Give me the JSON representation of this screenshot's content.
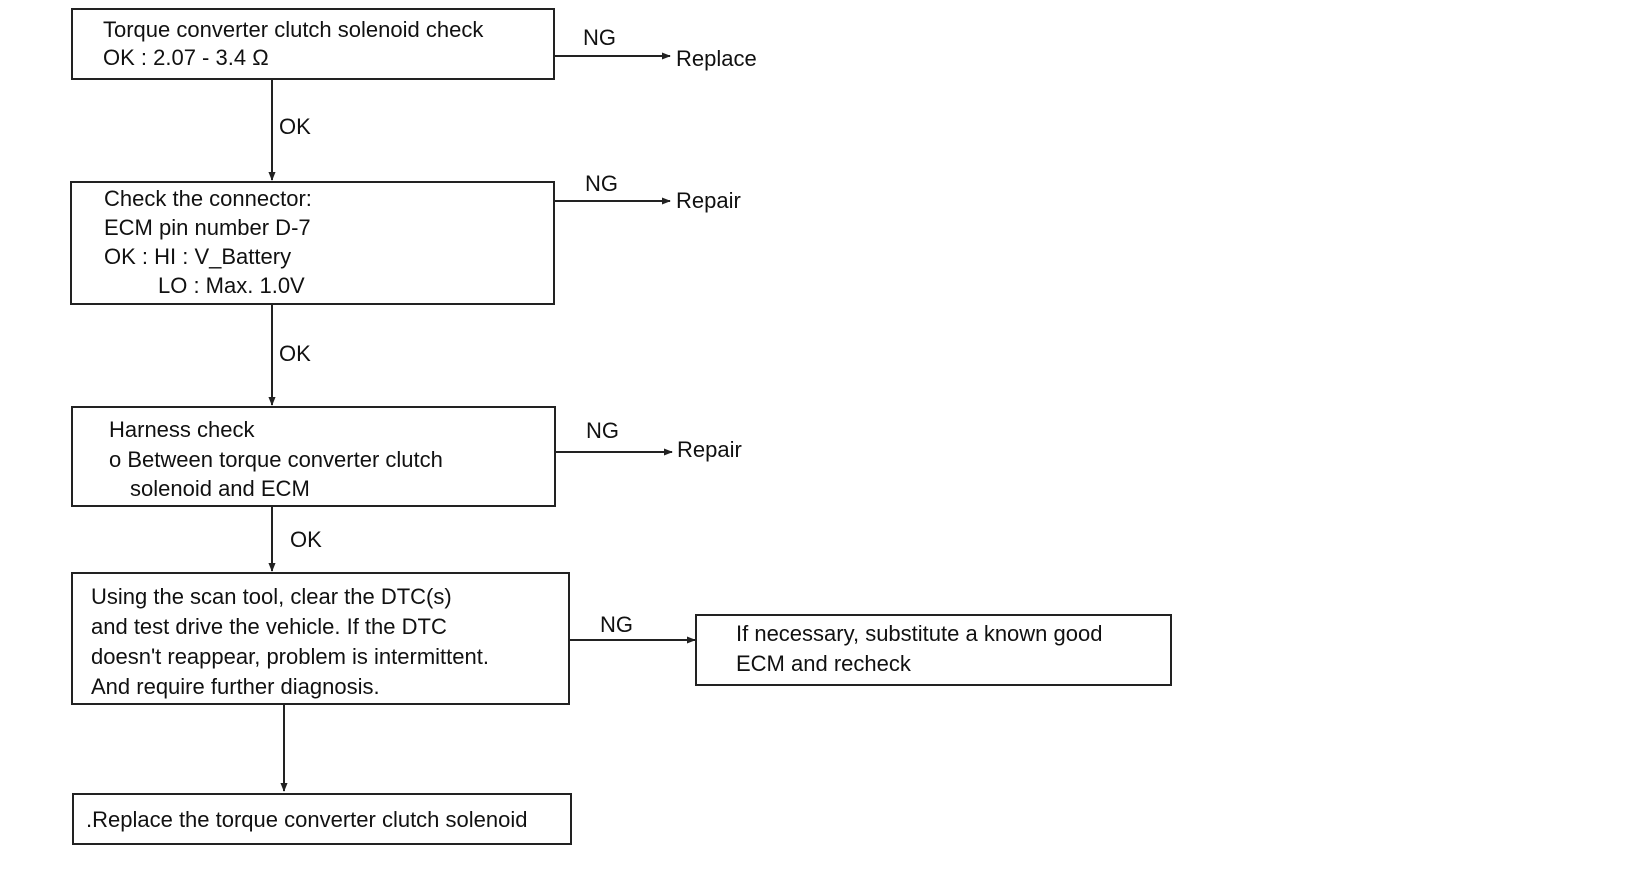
{
  "steps": [
    {
      "lines": [
        "Torque converter clutch solenoid check",
        "OK : 2.07 - 3.4 Ω"
      ],
      "ng_label": "NG",
      "ng_action": "Replace",
      "ok_label": "OK"
    },
    {
      "lines": [
        "Check the connector:",
        "ECM pin number D-7",
        "OK : HI : V_Battery",
        "LO : Max. 1.0V"
      ],
      "ng_label": "NG",
      "ng_action": "Repair",
      "ok_label": "OK"
    },
    {
      "lines": [
        "Harness check",
        "o Between torque converter clutch",
        "solenoid and ECM"
      ],
      "ng_label": "NG",
      "ng_action": "Repair",
      "ok_label": "OK"
    },
    {
      "lines": [
        "Using the scan tool, clear the DTC(s)",
        "and test drive the vehicle. If the DTC",
        "doesn't reappear, problem is intermittent.",
        "And require further diagnosis."
      ],
      "ng_label": "NG",
      "ng_action_lines": [
        "If necessary, substitute a known good",
        "ECM and recheck"
      ]
    }
  ],
  "final_step": {
    "text": ".Replace the torque converter clutch solenoid"
  }
}
